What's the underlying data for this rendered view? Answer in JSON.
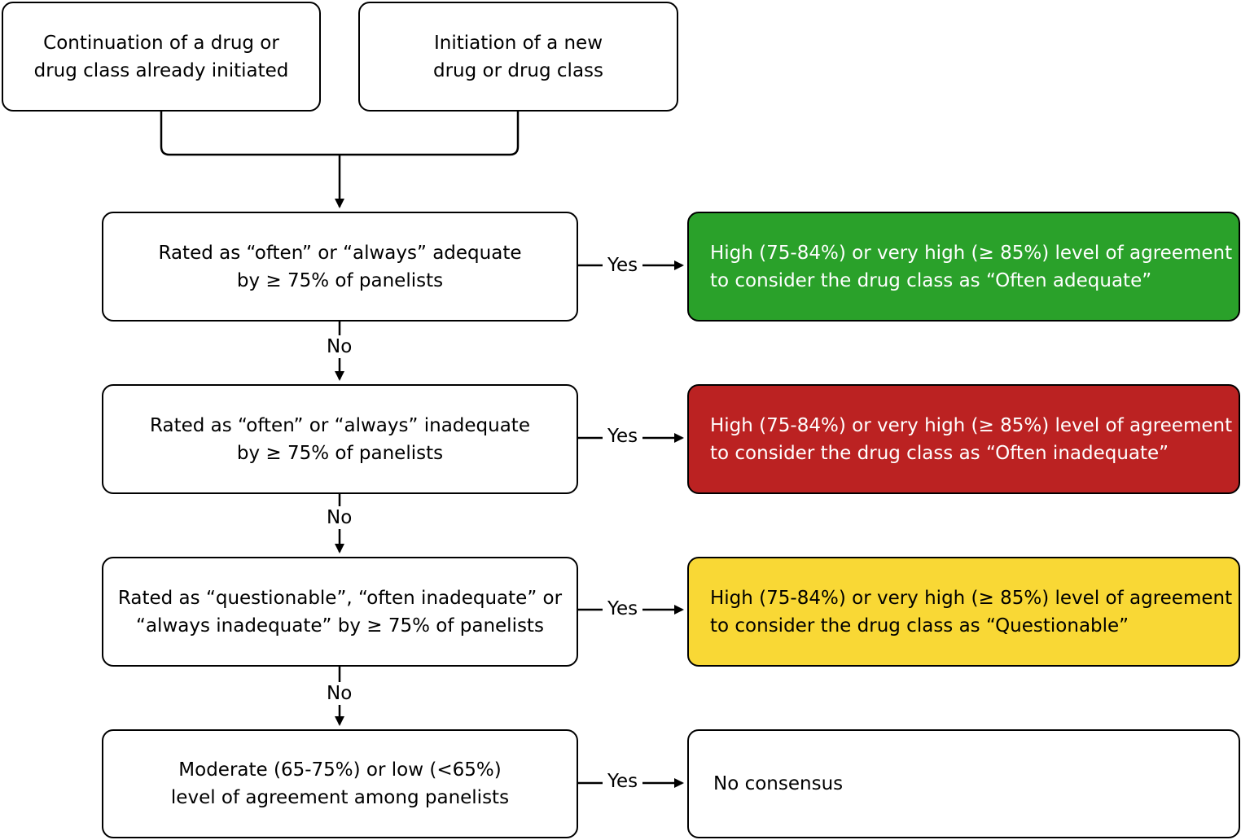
{
  "start": {
    "continuation": [
      "Continuation of a drug or",
      "drug class already initiated"
    ],
    "initiation": [
      "Initiation of a new",
      "drug or drug class"
    ]
  },
  "decisions": [
    [
      "Rated as “often” or “always” adequate",
      "by ≥ 75% of panelists"
    ],
    [
      "Rated as “often” or “always” inadequate",
      "by ≥ 75% of panelists"
    ],
    [
      "Rated as “questionable”, “often inadequate” or",
      "“always inadequate” by ≥ 75% of panelists"
    ],
    [
      "Moderate (65-75%) or low (<65%)",
      "level of agreement among panelists"
    ]
  ],
  "outcomes": [
    [
      "High (75-84%) or very high (≥ 85%) level of agreement",
      "to consider the drug class as “Often adequate”"
    ],
    [
      "High (75-84%) or very high (≥ 85%) level of agreement",
      "to consider the drug class as “Often inadequate”"
    ],
    [
      "High (75-84%) or very high (≥ 85%) level of agreement",
      "to consider the drug class as “Questionable”"
    ],
    [
      "No consensus"
    ]
  ],
  "labels": {
    "yes": "Yes",
    "no": "No"
  },
  "colors": {
    "often_adequate": "#2aa12a",
    "often_inadequate": "#bb2222",
    "questionable": "#f9d835"
  }
}
